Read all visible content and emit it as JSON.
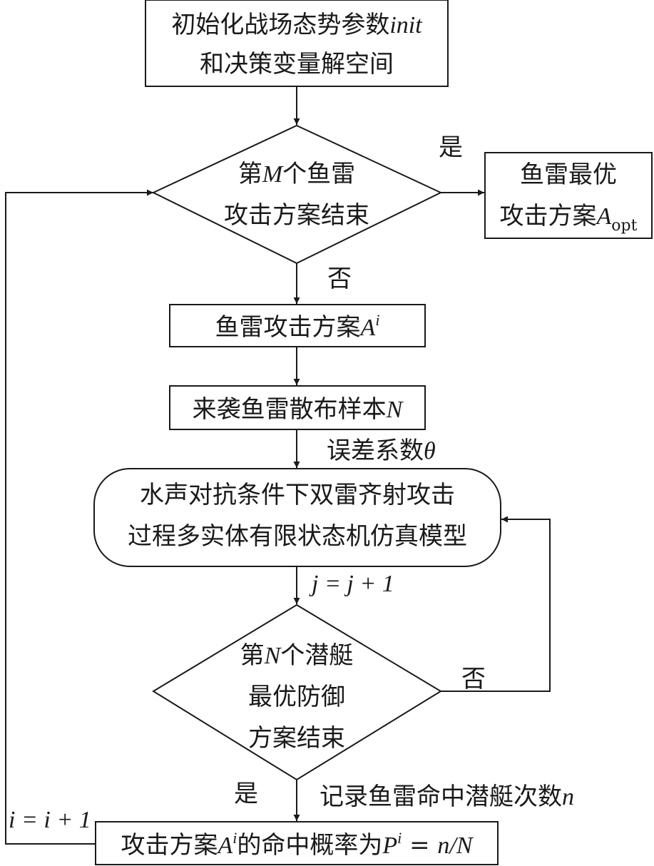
{
  "nodes": {
    "init": {
      "line1": "初始化战场态势参数",
      "line1_var": "init",
      "line2": "和决策变量解空间"
    },
    "decision_m": {
      "line1_pre": "第",
      "line1_var": "M",
      "line1_post": "个鱼雷",
      "line2": "攻击方案结束"
    },
    "optimal": {
      "line1": "鱼雷最优",
      "line2": "攻击方案",
      "var": "A",
      "sub": "opt"
    },
    "scheme": {
      "text": "鱼雷攻击方案",
      "var": "A",
      "sup": "i"
    },
    "samples": {
      "text": "来袭鱼雷散布样本",
      "var": "N"
    },
    "model": {
      "line1": "水声对抗条件下双雷齐射攻击",
      "line2": "过程多实体有限状态机仿真模型"
    },
    "decision_n": {
      "line1_pre": "第",
      "line1_var": "N",
      "line1_post": "个潜艇",
      "line2": "最优防御",
      "line3": "方案结束"
    },
    "result": {
      "pre": "攻击方案",
      "var_a": "A",
      "sup_a": "i",
      "mid": "的命中概率为",
      "var_p": "P",
      "sup_p": "i",
      "eq": " = ",
      "formula": "n/N"
    }
  },
  "labels": {
    "yes_top": "是",
    "no_top": "否",
    "error_coef_text": "误差系数",
    "error_coef_var": "θ",
    "j_increment": "j = j + 1",
    "no_right": "否",
    "yes_bottom": "是",
    "record_text": "记录鱼雷命中潜艇次数",
    "record_var": "n",
    "i_increment": "i = i + 1"
  }
}
